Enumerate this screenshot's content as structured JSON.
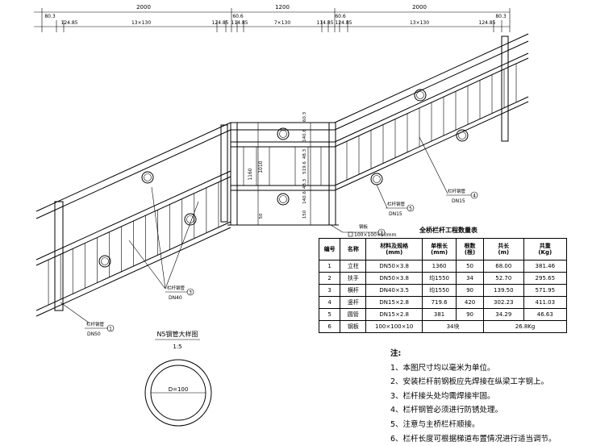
{
  "dimensions": {
    "top": [
      "2000",
      "1200",
      "2000"
    ],
    "sub": [
      "80.3",
      "124.85",
      "13×130",
      "124.85",
      "60.6",
      "114.85",
      "7×130",
      "114.85",
      "60.6",
      "124.85",
      "13×130",
      "124.85",
      "80.3"
    ],
    "vertical": [
      "1160",
      "1010",
      "60.3",
      "140.6",
      "519.6",
      "48.3",
      "48.3",
      "140.6",
      "150",
      "50"
    ]
  },
  "callouts": [
    {
      "num": "1",
      "name": "栏杆钢管",
      "spec": "DN50"
    },
    {
      "num": "2",
      "name": "钢板",
      "spec": "100×100×10mm"
    },
    {
      "num": "3",
      "name": "栏杆钢管",
      "spec": "DN40"
    },
    {
      "num": "4",
      "name": "栏杆钢管",
      "spec": "DN15"
    },
    {
      "num": "5",
      "name": "栏杆钢管",
      "spec": "DN15"
    }
  ],
  "detail": {
    "title": "N5钢管大样图",
    "scale": "1:5",
    "diameter_label": "D=100"
  },
  "table": {
    "title": "全桥栏杆工程数量表",
    "headers": [
      "编号",
      "名称",
      "材料及规格\n(mm)",
      "单根长\n(mm)",
      "根数\n(根)",
      "共长\n(m)",
      "共重\n(Kg)"
    ],
    "rows": [
      [
        "1",
        "立柱",
        "DN50×3.8",
        "1360",
        "50",
        "68.00",
        "381.46"
      ],
      [
        "2",
        "扶手",
        "DN50×3.8",
        "均1550",
        "34",
        "52.70",
        "295.65"
      ],
      [
        "3",
        "横杆",
        "DN40×3.5",
        "均1550",
        "90",
        "139.50",
        "571.95"
      ],
      [
        "4",
        "竖杆",
        "DN15×2.8",
        "719.6",
        "420",
        "302.23",
        "411.03"
      ],
      [
        "5",
        "圆管",
        "DN15×2.8",
        "381",
        "90",
        "34.29",
        "46.63"
      ],
      [
        "6",
        "钢板",
        "100×100×10",
        "34块",
        "26.8Kg"
      ]
    ]
  },
  "notes": {
    "heading": "注:",
    "items": [
      "1、本图尺寸均以毫米为单位。",
      "2、安装栏杆前钢板应先焊接在纵梁工字钢上。",
      "3、栏杆接头处均需焊接牢固。",
      "4、栏杆钢管必须进行防锈处理。",
      "5、注意与主桥栏杆顺接。",
      "6、栏杆长度可根据梯道布置情况进行适当调节。"
    ]
  }
}
